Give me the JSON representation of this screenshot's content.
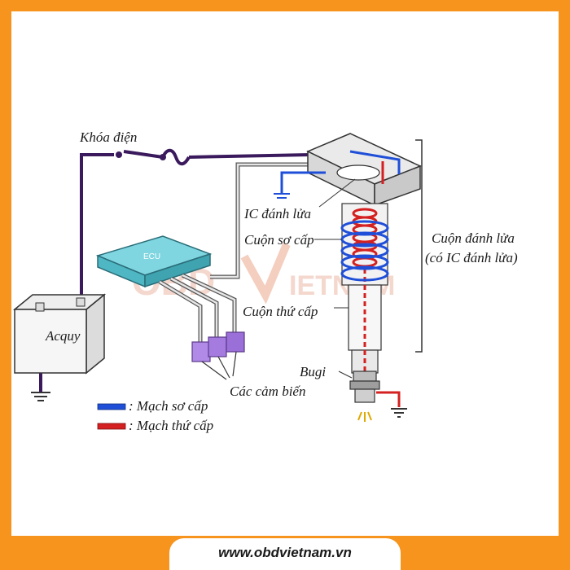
{
  "labels": {
    "ignition_switch": "Khóa điện",
    "battery": "Acquy",
    "ecu": "ECU",
    "ignition_ic": "IC đánh lửa",
    "primary_coil": "Cuộn sơ cấp",
    "secondary_coil": "Cuộn thứ cấp",
    "spark_plug": "Bugi",
    "sensors": "Các cảm biến",
    "ignition_coil_line1": "Cuộn đánh lửa",
    "ignition_coil_line2": "(có IC đánh lửa)"
  },
  "legend": [
    {
      "label": ": Mạch sơ cấp",
      "color": "#1f4fd8"
    },
    {
      "label": ": Mạch thứ cấp",
      "color": "#d42020"
    }
  ],
  "colors": {
    "border": "#f7941d",
    "wire": "#3a1a5c",
    "primary_circuit": "#1f4fd8",
    "secondary_circuit": "#d42020",
    "ecu": "#5ec9d6",
    "sensor": "#a87be0"
  },
  "watermark": {
    "left": "OBD",
    "right": "IETNAM"
  },
  "footer": {
    "url": "www.obdvietnam.vn"
  }
}
